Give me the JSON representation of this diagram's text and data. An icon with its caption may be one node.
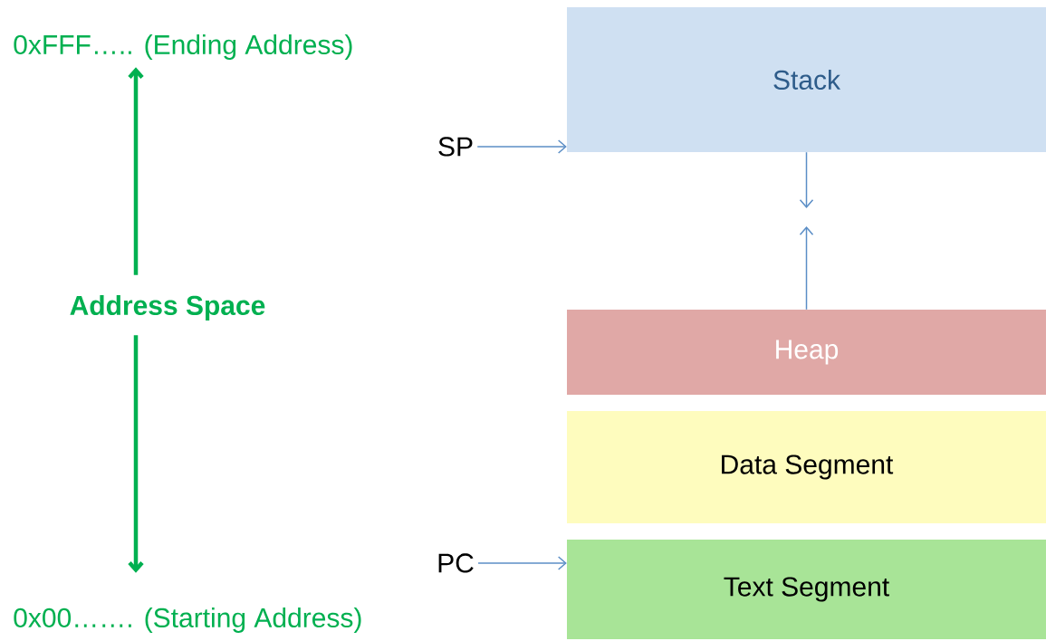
{
  "diagram": {
    "nodes": [
      {
        "text": [
          "0xFFF….. (Ending Address)"
        ]
      },
      {
        "text": [
          "Address Space"
        ]
      },
      {
        "text": [
          "0x00……. (Starting Address)"
        ]
      },
      {
        "text": [
          "Stack"
        ]
      },
      {
        "text": [
          "SP"
        ]
      },
      {
        "text": [
          "Heap"
        ]
      },
      {
        "text": [
          "Data Segment"
        ]
      },
      {
        "text": [
          "PC"
        ]
      },
      {
        "text": [
          "Text Segment"
        ]
      }
    ],
    "edges": [
      {
        "from": 1,
        "to": 0,
        "arrow": "to",
        "color": "#00b050",
        "style": "thick"
      },
      {
        "from": 1,
        "to": 2,
        "arrow": "to",
        "color": "#00b050",
        "style": "thick"
      },
      {
        "from": 4,
        "to": 3,
        "arrow": "to"
      },
      {
        "from": 7,
        "to": 8,
        "arrow": "to"
      },
      {
        "from": 3,
        "to": null,
        "arrow": "to"
      },
      {
        "from": 5,
        "to": null,
        "arrow": "to"
      }
    ]
  }
}
